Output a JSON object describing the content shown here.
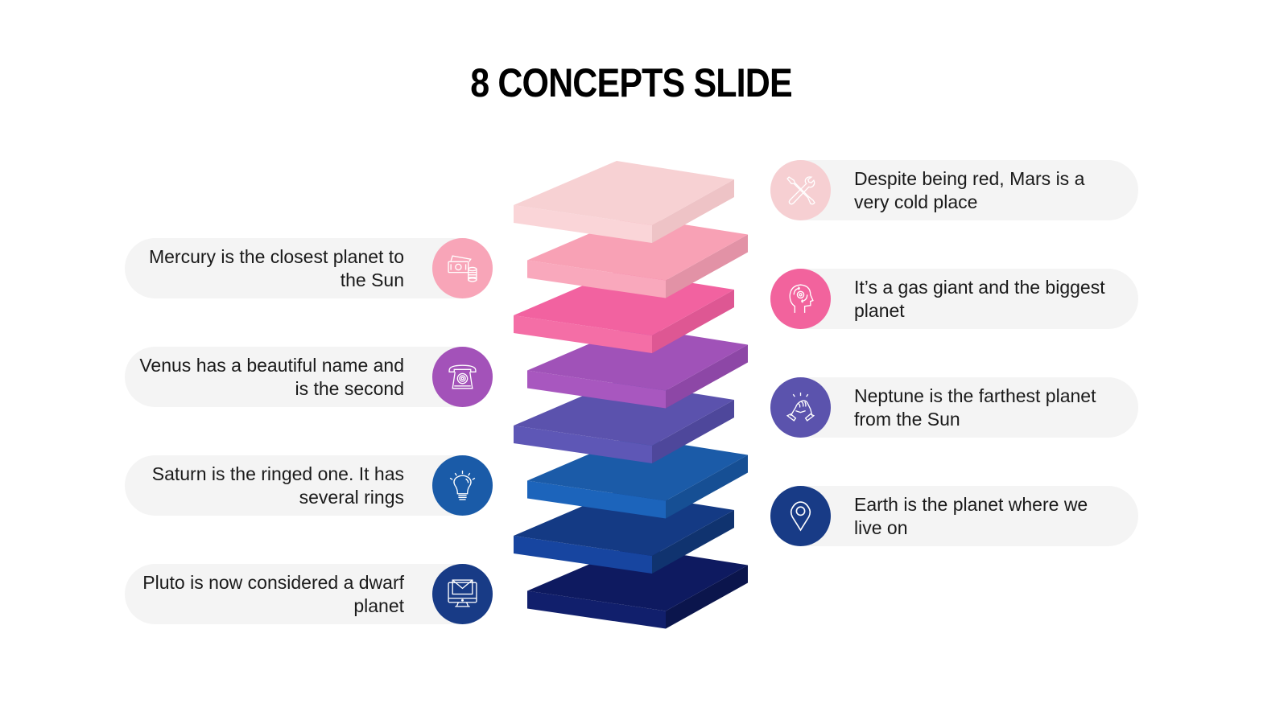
{
  "slide": {
    "title": "8 CONCEPTS SLIDE"
  },
  "left_items": [
    {
      "text": "Mercury is the closest planet to the Sun",
      "icon": "money-coins-icon",
      "color": "#f8a5b8"
    },
    {
      "text": "Venus has a beautiful name and is the second",
      "icon": "telephone-icon",
      "color": "#a352b9"
    },
    {
      "text": "Saturn is the ringed one. It has several rings",
      "icon": "lightbulb-icon",
      "color": "#1a5ba8"
    },
    {
      "text": "Pluto is now considered a dwarf planet",
      "icon": "monitor-mail-icon",
      "color": "#183b86"
    }
  ],
  "right_items": [
    {
      "text": "Despite being red, Mars is a very cold place",
      "icon": "tools-icon",
      "color": "#f6cfd2"
    },
    {
      "text": "It’s a gas giant and the biggest planet",
      "icon": "head-gear-icon",
      "color": "#f2639d"
    },
    {
      "text": "Neptune is the farthest planet from the Sun",
      "icon": "high-five-icon",
      "color": "#5b53ad"
    },
    {
      "text": "Earth is the planet where we live on",
      "icon": "location-pin-icon",
      "color": "#183b86"
    }
  ],
  "stack_layers": [
    {
      "top": "#f7d1d3",
      "front": "#fad5d8",
      "side": "#eec3c6"
    },
    {
      "top": "#f8a1b5",
      "front": "#f9a8bc",
      "side": "#e292a6"
    },
    {
      "top": "#f262a0",
      "front": "#f46ea6",
      "side": "#de5793"
    },
    {
      "top": "#a052b8",
      "front": "#a857bf",
      "side": "#8d47a6"
    },
    {
      "top": "#5b52ad",
      "front": "#5e57b6",
      "side": "#4e479b"
    },
    {
      "top": "#1b5ba8",
      "front": "#1c64bb",
      "side": "#164f94"
    },
    {
      "top": "#143a84",
      "front": "#1745a0",
      "side": "#10336f"
    },
    {
      "top": "#0e1a60",
      "front": "#111f6c",
      "side": "#0b154c"
    }
  ]
}
